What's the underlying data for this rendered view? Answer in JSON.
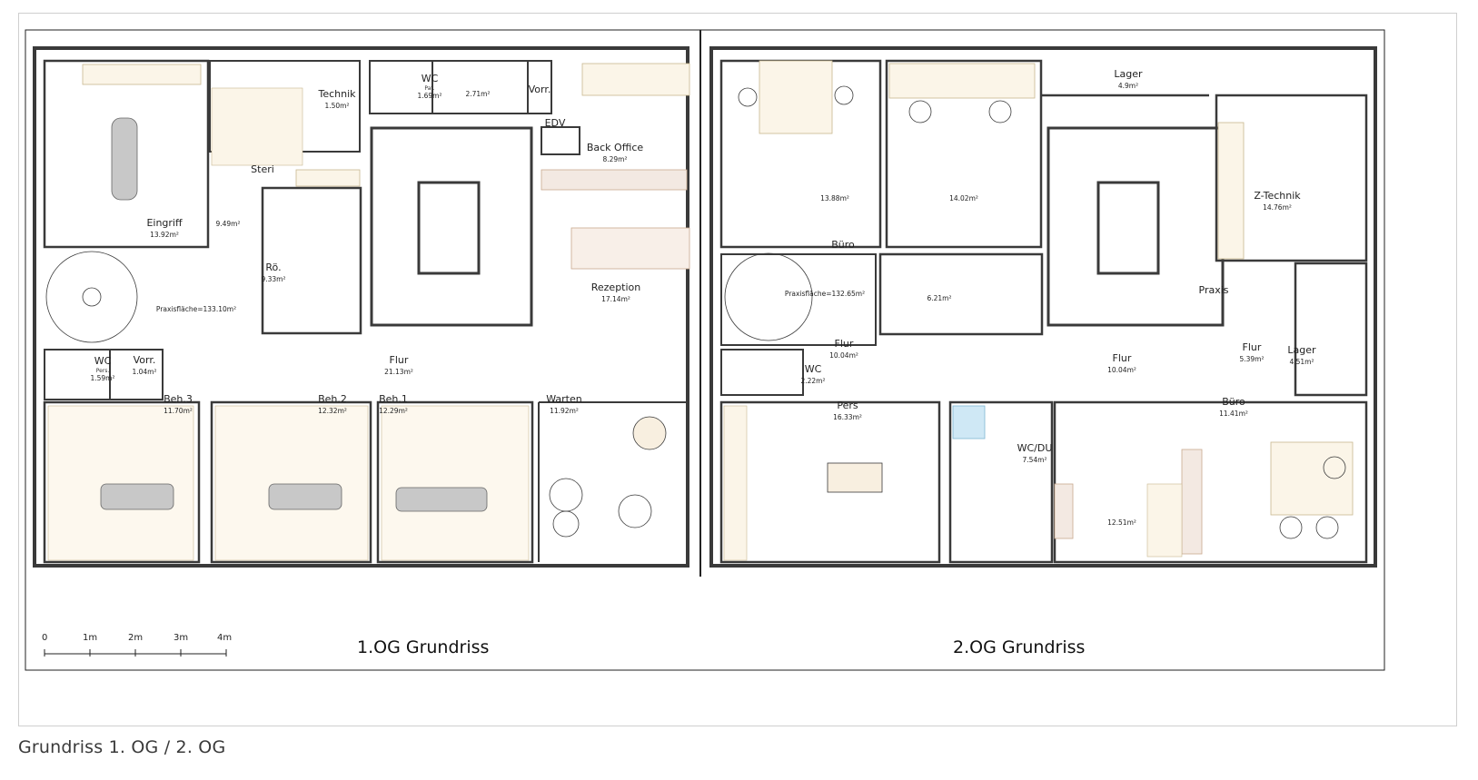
{
  "caption": "Grundriss 1. OG / 2. OG",
  "floors": [
    {
      "title": "1.OG Grundriss",
      "rooms": [
        {
          "name": "Eingriff",
          "area": "13.92m²"
        },
        {
          "name": "",
          "area": "9.49m²"
        },
        {
          "name": "Steri",
          "area": ""
        },
        {
          "name": "Technik",
          "area": "1.50m²"
        },
        {
          "name": "WC",
          "sub": "Pat.",
          "area": "1.69m²"
        },
        {
          "name": "",
          "area": "2.71m²"
        },
        {
          "name": "Vorr.",
          "area": ""
        },
        {
          "name": "EDV",
          "area": ""
        },
        {
          "name": "Back Office",
          "area": "8.29m²"
        },
        {
          "name": "Rö.",
          "area": "9.33m²"
        },
        {
          "name": "Rezeption",
          "area": "17.14m²"
        },
        {
          "name": "Praxisfläche=133.10m²",
          "area": ""
        },
        {
          "name": "WC",
          "sub": "Pers.",
          "area": "1.59m²"
        },
        {
          "name": "Vorr.",
          "area": "1.04m²"
        },
        {
          "name": "Flur",
          "area": "21.13m²"
        },
        {
          "name": "Beh.3",
          "area": "11.70m²"
        },
        {
          "name": "Beh.2",
          "area": "12.32m²"
        },
        {
          "name": "Beh.1",
          "area": "12.29m²"
        },
        {
          "name": "Warten",
          "area": "11.92m²"
        }
      ]
    },
    {
      "title": "2.OG Grundriss",
      "rooms": [
        {
          "name": "Lager",
          "area": "4.9m²"
        },
        {
          "name": "",
          "area": "13.88m²"
        },
        {
          "name": "",
          "area": "14.02m²"
        },
        {
          "name": "Z-Technik",
          "area": "14.76m²"
        },
        {
          "name": "Büro",
          "area": ""
        },
        {
          "name": "Praxisfläche=132.65m²",
          "area": ""
        },
        {
          "name": "",
          "area": "6.21m²"
        },
        {
          "name": "Praxis",
          "area": ""
        },
        {
          "name": "Flur",
          "area": "10.04m²"
        },
        {
          "name": "WC",
          "area": "2.22m²"
        },
        {
          "name": "Flur",
          "area": "10.04m²"
        },
        {
          "name": "Flur",
          "area": "5.39m²"
        },
        {
          "name": "Lager",
          "area": "4.51m²"
        },
        {
          "name": "Pers",
          "area": "16.33m²"
        },
        {
          "name": "WC/DU",
          "area": "7.54m²"
        },
        {
          "name": "Büro",
          "area": "11.41m²"
        },
        {
          "name": "",
          "area": "12.51m²"
        }
      ]
    }
  ],
  "scale_bar": {
    "labels": [
      "0",
      "1m",
      "2m",
      "3m",
      "4m"
    ]
  },
  "colors": {
    "wall": "#3a3a3a",
    "furniture_fill": "#f8f1e2",
    "line": "#333333"
  }
}
